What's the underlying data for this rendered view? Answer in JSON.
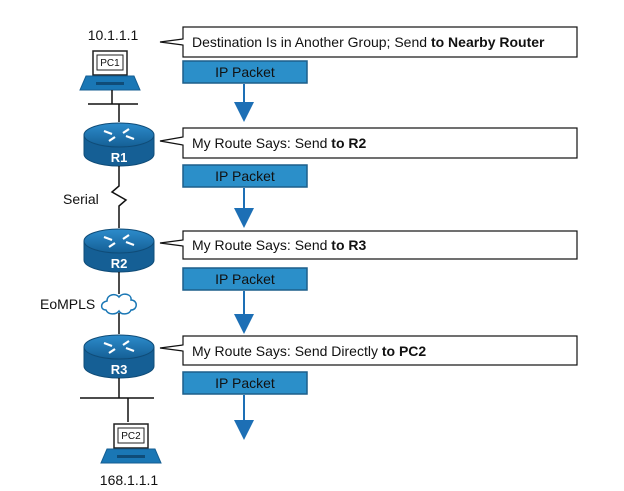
{
  "pc1": {
    "ip": "10.1.1.1",
    "label": "PC1"
  },
  "pc2": {
    "ip": "168.1.1.1",
    "label": "PC2"
  },
  "routers": [
    {
      "label": "R1"
    },
    {
      "label": "R2"
    },
    {
      "label": "R3"
    }
  ],
  "links": {
    "serial": "Serial",
    "eompls": "EoMPLS"
  },
  "steps": [
    {
      "text": "Destination Is in Another Group; Send ",
      "bold": "to Nearby Router",
      "packet": "IP Packet"
    },
    {
      "text": "My Route Says: Send ",
      "bold": "to R2",
      "packet": "IP Packet"
    },
    {
      "text": "My Route Says: Send ",
      "bold": "to R3",
      "packet": "IP Packet"
    },
    {
      "text": "My Route Says: Send Directly ",
      "bold": "to PC2",
      "packet": "IP Packet"
    }
  ],
  "colors": {
    "router_blue": "#1a77b5",
    "packet_fill": "#2b8fc9",
    "packet_stroke": "#1d5f8a",
    "arrow": "#1d6fb5"
  },
  "icons": [
    "router-icon",
    "pc-icon",
    "cloud-icon",
    "serial-link-icon"
  ]
}
